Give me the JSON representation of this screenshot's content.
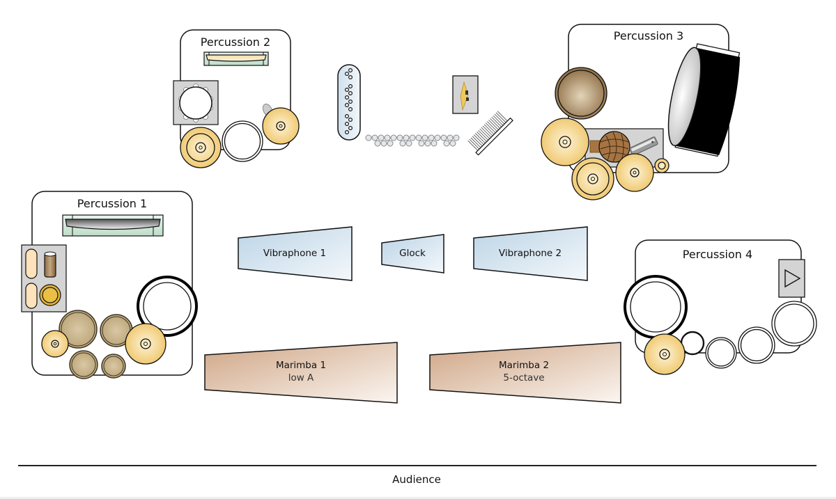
{
  "diagram": {
    "type": "stage-setup",
    "stations": [
      {
        "id": "perc1",
        "title": "Percussion 1"
      },
      {
        "id": "perc2",
        "title": "Percussion 2"
      },
      {
        "id": "perc3",
        "title": "Percussion 3"
      },
      {
        "id": "perc4",
        "title": "Percussion 4"
      }
    ],
    "keyboards": [
      {
        "id": "vib1",
        "label": "Vibraphone 1",
        "sublabel": ""
      },
      {
        "id": "glock",
        "label": "Glock",
        "sublabel": ""
      },
      {
        "id": "vib2",
        "label": "Vibraphone 2",
        "sublabel": ""
      },
      {
        "id": "mar1",
        "label": "Marimba 1",
        "sublabel": "low A"
      },
      {
        "id": "mar2",
        "label": "Marimba 2",
        "sublabel": "5-octave"
      }
    ],
    "audience_label": "Audience",
    "colors": {
      "cymbal": "#f2cf7e",
      "cymbal_light": "#fbeec6",
      "tom": "#c8b48e",
      "vibe_fill": "#cfe0ec",
      "marimba_fill": "#d8b79a",
      "table_gray": "#d4d4d4",
      "bass_drum": "#000000",
      "outline": "#111111"
    },
    "icons": [
      "cymbal-icon",
      "tom-icon",
      "snare-icon",
      "bass-drum-icon",
      "tambourine-icon",
      "mark-tree-icon",
      "chimes-icon",
      "wind-chimes-icon",
      "triangle-icon",
      "guiro-icon",
      "shaker-icon",
      "kick-drum-icon",
      "timbale-icon",
      "wood-block-icon"
    ]
  }
}
